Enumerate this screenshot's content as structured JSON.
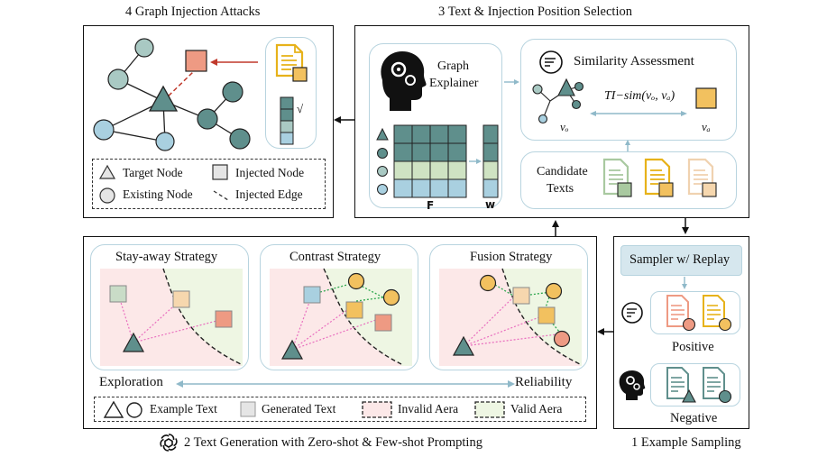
{
  "sections": {
    "attacks": "4 Graph Injection Attacks",
    "selection": "3 Text & Injection Position Selection",
    "generation": "2 Text Generation with Zero-shot & Few-shot Prompting",
    "sampling": "1 Example Sampling"
  },
  "attack_legend": {
    "target": "Target Node",
    "injected_node": "Injected Node",
    "existing": "Existing Node",
    "injected_edge": "Injected Edge"
  },
  "selection": {
    "explainer_line1": "Graph",
    "explainer_line2": "Explainer",
    "matrix_f": "F",
    "vector_w": "w",
    "similarity": "Similarity Assessment",
    "sim_formula": "TI−sim(vₒ, vₐ)",
    "v_o": "vₒ",
    "v_a": "vₐ",
    "candidate_line1": "Candidate",
    "candidate_line2": "Texts",
    "check": "√"
  },
  "generation": {
    "stay_away": "Stay-away Strategy",
    "contrast": "Contrast Strategy",
    "fusion": "Fusion Strategy",
    "exploration": "Exploration",
    "reliability": "Reliability",
    "legend_example": "Example Text",
    "legend_generated": "Generated Text",
    "legend_invalid": "Invalid Aera",
    "legend_valid": "Valid Aera"
  },
  "sampling": {
    "sampler": "Sampler w/ Replay",
    "positive": "Positive",
    "negative": "Negative"
  },
  "colors": {
    "teal_dark": "#5f8f8c",
    "teal_light": "#a9c9c3",
    "blue_light": "#a9d0e0",
    "orange": "#f2c15f",
    "salmon": "#ee9a83",
    "invalid_bg": "#fce8e8",
    "valid_bg": "#eef6e3",
    "box_border": "#b8d4df"
  }
}
